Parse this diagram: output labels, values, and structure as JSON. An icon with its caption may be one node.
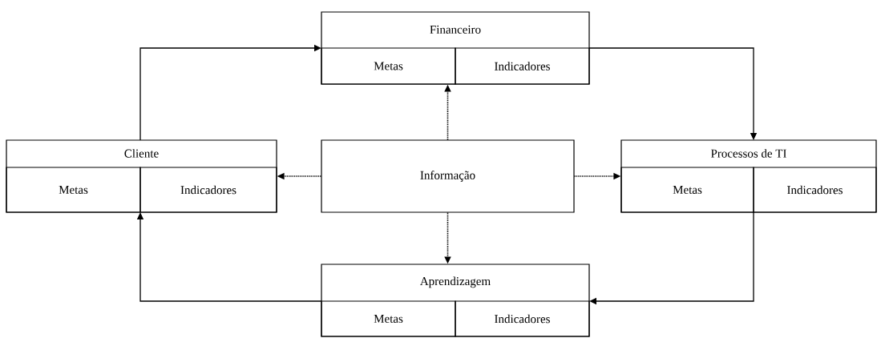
{
  "diagram": {
    "nodes": [
      {
        "text": [
          "Financeiro"
        ]
      },
      {
        "text": [
          "Metas"
        ],
        "in": 0
      },
      {
        "text": [
          "Indicadores"
        ],
        "in": 0
      },
      {
        "text": [
          "Cliente"
        ]
      },
      {
        "text": [
          "Metas"
        ],
        "in": 3
      },
      {
        "text": [
          "Indicadores"
        ],
        "in": 3
      },
      {
        "text": [
          "Informação"
        ]
      },
      {
        "text": [
          "Processos de TI"
        ]
      },
      {
        "text": [
          "Metas"
        ],
        "in": 7
      },
      {
        "text": [
          "Indicadores"
        ],
        "in": 7
      },
      {
        "text": [
          "Aprendizagem"
        ]
      },
      {
        "text": [
          "Metas"
        ],
        "in": 10
      },
      {
        "text": [
          "Indicadores"
        ],
        "in": 10
      }
    ],
    "edges": [
      {
        "from": 3,
        "to": 0,
        "arrow": "to"
      },
      {
        "from": 0,
        "to": 7,
        "arrow": "to"
      },
      {
        "from": 7,
        "to": 10,
        "arrow": "to"
      },
      {
        "from": 10,
        "to": 3,
        "arrow": "to"
      },
      {
        "from": 6,
        "to": 0,
        "arrow": "to",
        "style": "dashed"
      },
      {
        "from": 6,
        "to": 3,
        "arrow": "to",
        "style": "dashed"
      },
      {
        "from": 6,
        "to": 7,
        "arrow": "to",
        "style": "dashed"
      },
      {
        "from": 6,
        "to": 10,
        "arrow": "to",
        "style": "dashed"
      }
    ]
  }
}
